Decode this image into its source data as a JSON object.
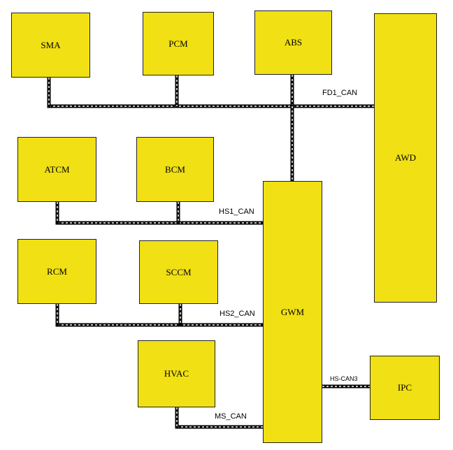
{
  "diagram": {
    "node_fill": "#f0e014",
    "line_outer": "#000000",
    "line_inner": "#ffffff",
    "nodes": [
      {
        "id": "sma",
        "label": "SMA"
      },
      {
        "id": "pcm",
        "label": "PCM"
      },
      {
        "id": "abs",
        "label": "ABS"
      },
      {
        "id": "awd",
        "label": "AWD"
      },
      {
        "id": "atcm",
        "label": "ATCM"
      },
      {
        "id": "bcm",
        "label": "BCM"
      },
      {
        "id": "rcm",
        "label": "RCM"
      },
      {
        "id": "sccm",
        "label": "SCCM"
      },
      {
        "id": "hvac",
        "label": "HVAC"
      },
      {
        "id": "gwm",
        "label": "GWM"
      },
      {
        "id": "ipc",
        "label": "IPC"
      }
    ],
    "buses": [
      {
        "id": "fd1",
        "label": "FD1_CAN"
      },
      {
        "id": "hs1",
        "label": "HS1_CAN"
      },
      {
        "id": "hs2",
        "label": "HS2_CAN"
      },
      {
        "id": "ms",
        "label": "MS_CAN"
      },
      {
        "id": "hs3",
        "label": "HS-CAN3"
      }
    ]
  }
}
